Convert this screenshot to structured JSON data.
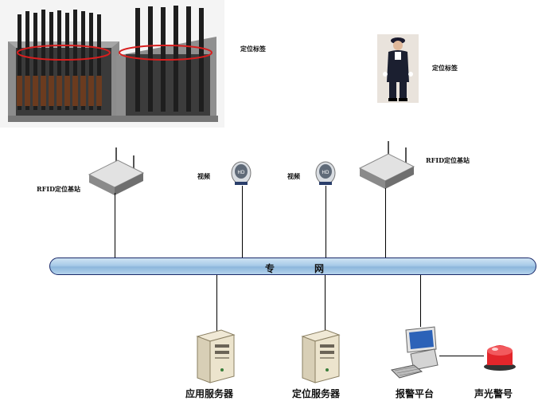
{
  "labels": {
    "tag_rack": "定位标签",
    "tag_person": "定位标签",
    "rfid_left": "RFID定位基站",
    "rfid_right": "RFID定位基站",
    "video_left": "视频",
    "video_right": "视频",
    "network_1": "专",
    "network_2": "网",
    "app_server": "应用服务器",
    "loc_server": "定位服务器",
    "alarm_platform": "报警平台",
    "alarm_light": "声光警号"
  },
  "colors": {
    "bus_fill": "#a8cbe8",
    "rfid_ellipse": "#d81e1e",
    "alarm_light": "#e3262b"
  },
  "icons": {
    "rack_photo": "gun-rack-photo",
    "person_photo": "police-officer-photo",
    "rfid": "router-icon",
    "camera": "dome-camera-icon",
    "server": "server-tower-icon",
    "workstation": "computer-workstation-icon",
    "siren": "siren-light-icon"
  }
}
